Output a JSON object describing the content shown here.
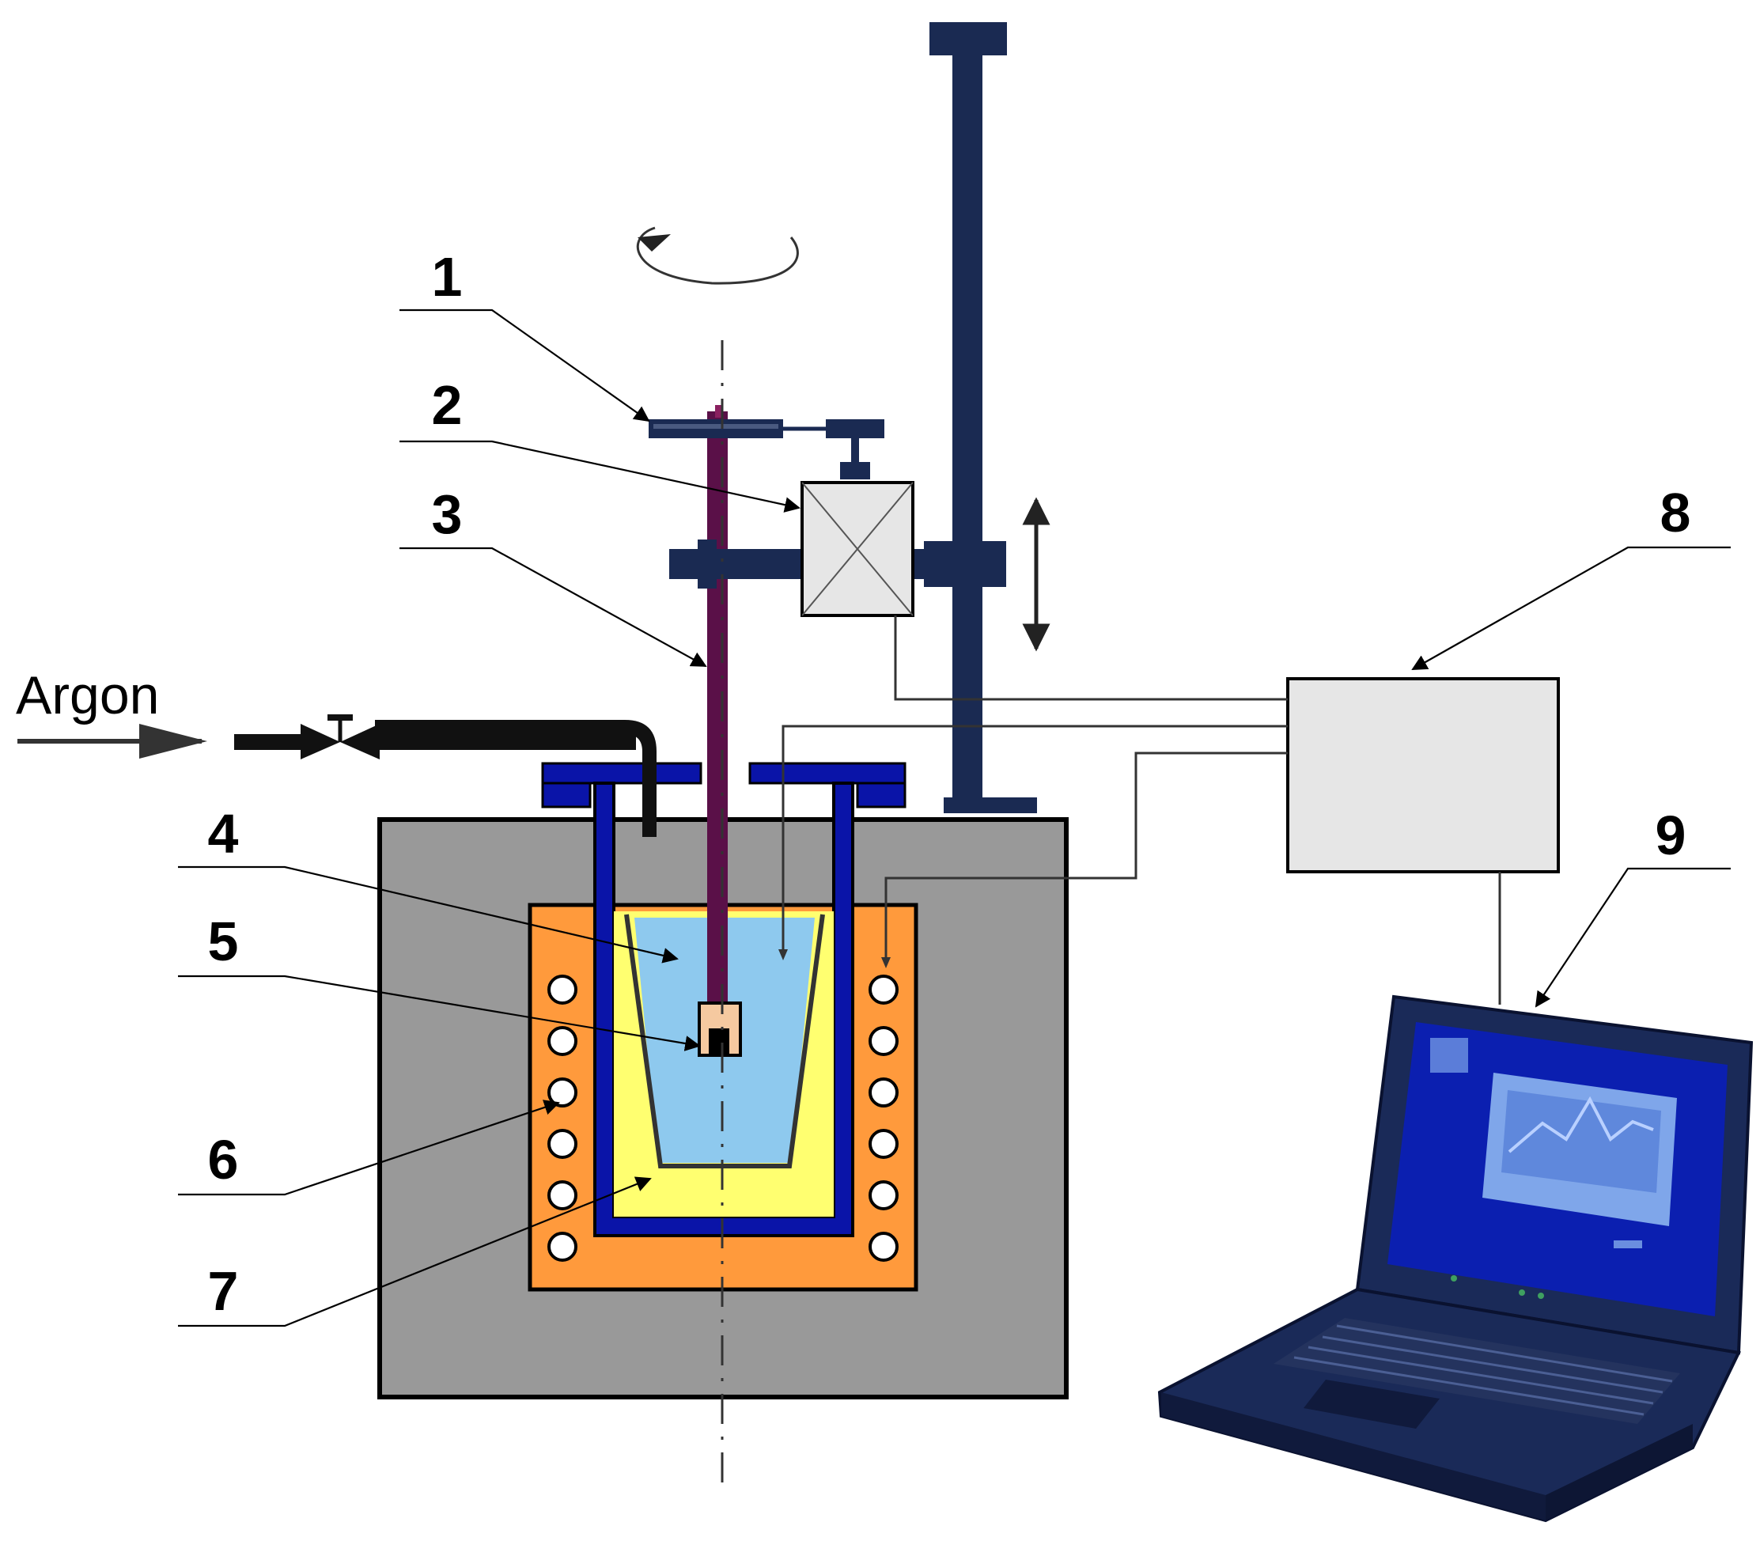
{
  "diagram": {
    "gas_label": "Argon",
    "callouts": [
      "1",
      "2",
      "3",
      "4",
      "5",
      "6",
      "7",
      "8",
      "9"
    ],
    "colors": {
      "furnace_body": "#999999",
      "heater": "#ff9a3c",
      "crucible_wall": "#0a14a8",
      "powder_fill": "#ffff70",
      "melt": "#8ec9ee",
      "rod": "#5a1048",
      "column": "#1a2a52",
      "controller_box": "#e6e6e6",
      "laptop_body": "#1a2a58",
      "laptop_screen": "#0b1fb0"
    }
  }
}
